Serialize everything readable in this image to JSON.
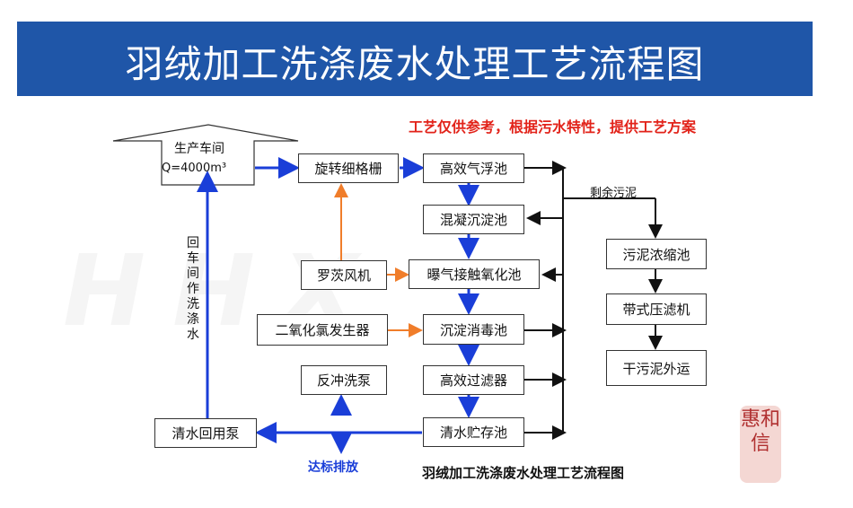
{
  "title": "羽绒加工洗涤废水处理工艺流程图",
  "note": "工艺仅供参考，根据污水特性，提供工艺方案",
  "workshop": {
    "name": "生产车间",
    "flow": "Q=4000m³"
  },
  "process": {
    "grille": "旋转细格栅",
    "air_flotation": "高效气浮池",
    "coagulation": "混凝沉淀池",
    "aeration": "曝气接触氧化池",
    "disinfection": "沉淀消毒池",
    "filter": "高效过滤器",
    "clean_tank": "清水贮存池"
  },
  "equipment": {
    "blower": "罗茨风机",
    "chlorine": "二氧化氯发生器",
    "backwash": "反冲洗泵",
    "reuse_pump": "清水回用泵"
  },
  "sludge": {
    "label": "剩余污泥",
    "thickener": "污泥浓缩池",
    "press": "带式压滤机",
    "dry_out": "干污泥外运"
  },
  "reuse_label": "回车间作洗涤水",
  "discharge": "达标排放",
  "caption": "羽绒加工洗涤废水处理工艺流程图",
  "seal": "惠和信",
  "colors": {
    "banner": "#1f56a8",
    "flow_arrow": "#1a3ed8",
    "dosing_arrow": "#f07d2a",
    "note": "#e2231a"
  }
}
